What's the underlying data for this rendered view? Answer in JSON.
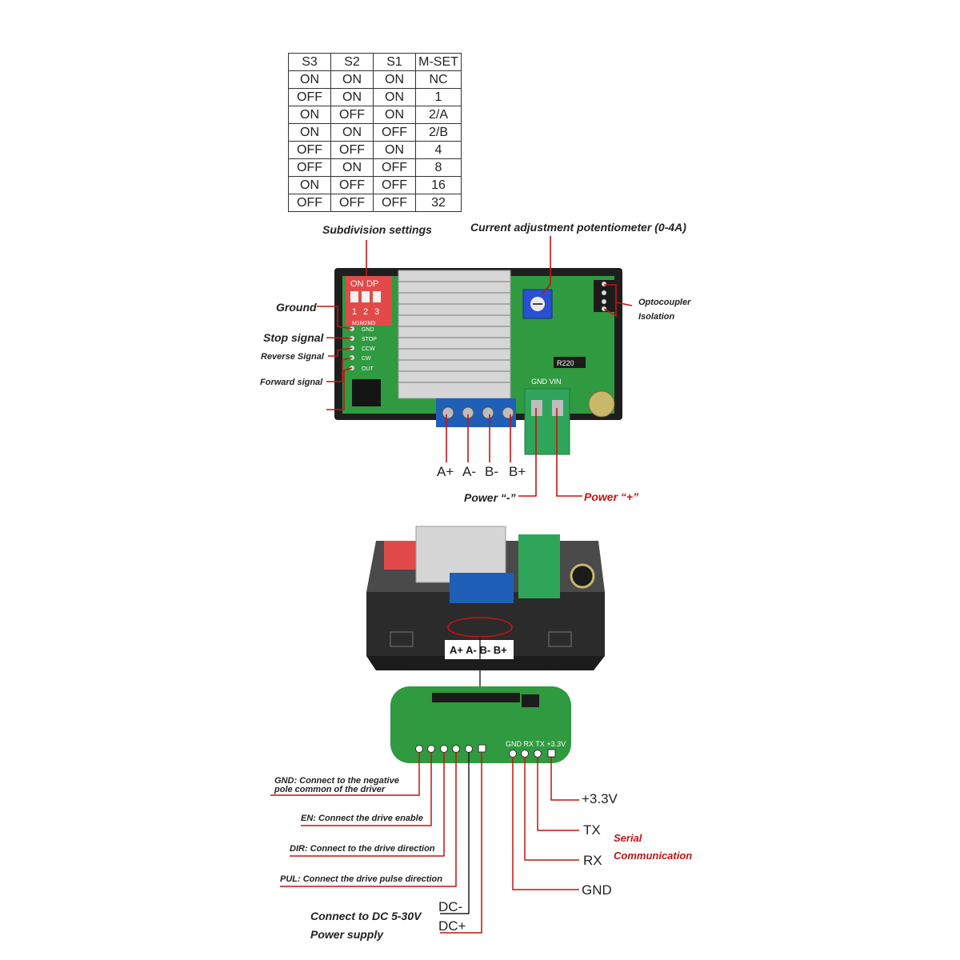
{
  "subdivision_table": {
    "headers": [
      "S3",
      "S2",
      "S1",
      "M-SET"
    ],
    "rows": [
      [
        "ON",
        "ON",
        "ON",
        "NC"
      ],
      [
        "OFF",
        "ON",
        "ON",
        "1"
      ],
      [
        "ON",
        "OFF",
        "ON",
        "2/A"
      ],
      [
        "ON",
        "ON",
        "OFF",
        "2/B"
      ],
      [
        "OFF",
        "OFF",
        "ON",
        "4"
      ],
      [
        "OFF",
        "ON",
        "OFF",
        "8"
      ],
      [
        "ON",
        "OFF",
        "OFF",
        "16"
      ],
      [
        "OFF",
        "OFF",
        "OFF",
        "32"
      ]
    ]
  },
  "top_labels": {
    "subdivision": "Subdivision settings",
    "current_pot": "Current adjustment potentiometer (0-4A)",
    "opto_line1": "Optocoupler",
    "opto_line2": "Isolation",
    "ground": "Ground",
    "stop": "Stop signal",
    "reverse": "Reverse Signal",
    "forward": "Forward signal",
    "a_plus": "A+",
    "a_minus": "A-",
    "b_minus": "B-",
    "b_plus": "B+",
    "power_minus": "Power “-”",
    "power_plus": "Power “+”"
  },
  "board_text": {
    "dip_on": "ON",
    "dip_dp": "DP",
    "dip_nums": [
      "1",
      "2",
      "3"
    ],
    "dip_sub": "M1M2M3",
    "pin_gnd": "GND",
    "pin_stop": "STOP",
    "pin_ccw": "CCW",
    "pin_cw": "CW",
    "pin_out": "OUT",
    "gnd_vin": "GND VIN",
    "res_code": "R220",
    "stripe": "A+ A- B- B+",
    "serial_pins": "GND RX TX +3.3V"
  },
  "bottom_labels": {
    "gnd_line1": "GND: Connect to the negative",
    "gnd_line2": "pole common of the driver",
    "en": "EN: Connect the drive enable",
    "dir": "DIR: Connect to the drive direction",
    "pul": "PUL: Connect the drive pulse direction",
    "dc_power_line1": "Connect to DC 5-30V",
    "dc_power_line2": "Power supply",
    "dc_minus": "DC-",
    "dc_plus": "DC+",
    "v33": "+3.3V",
    "tx": "TX",
    "rx": "RX",
    "gnd": "GND",
    "serial_line1": "Serial",
    "serial_line2": "Communication"
  },
  "colors": {
    "pcb_green": "#2f9a3f",
    "heatsink": "#d6d6d6",
    "terminal_blue": "#1f5fb8",
    "terminal_green": "#2fa55a",
    "dip_red": "#e24a4a",
    "callout_red": "#c41414",
    "enclosure": "#2b2b2b"
  }
}
